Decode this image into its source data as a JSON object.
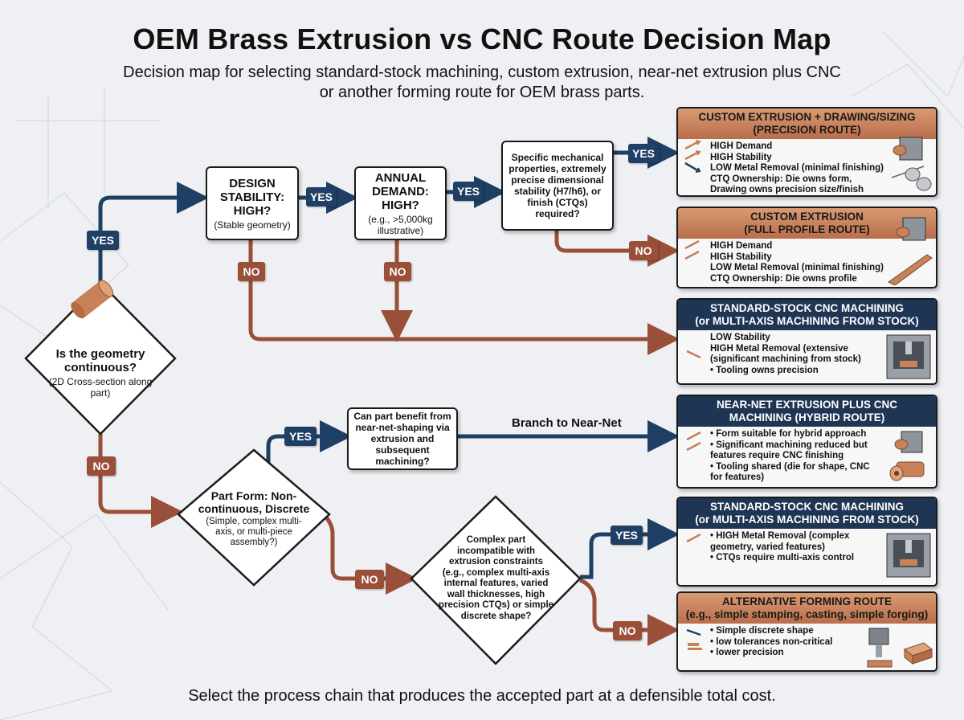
{
  "header": {
    "title": "OEM Brass Extrusion vs CNC Route Decision Map",
    "subtitle": "Decision map for selecting standard-stock machining, custom extrusion, near-net extrusion plus CNC or another forming route for OEM brass parts."
  },
  "footer": "Select the process chain that produces the accepted part at a defensible total cost.",
  "nodes": {
    "geometry": {
      "question": "Is the geometry continuous?",
      "note": "(2D Cross-section along part)"
    },
    "design_stability": {
      "question": "DESIGN STABILITY: HIGH?",
      "note": "(Stable geometry)"
    },
    "annual_demand": {
      "question": "ANNUAL DEMAND: HIGH?",
      "note": "(e.g., >5,000kg illustrative)"
    },
    "ctq": {
      "text": "Specific mechanical properties, extremely precise dimensional stability (H7/h6), or finish (CTQs) required?"
    },
    "part_form": {
      "question": "Part Form: Non-continuous, Discrete",
      "note": "(Simple, complex multi-axis, or multi-piece assembly?)"
    },
    "near_net": {
      "text": "Can part benefit from near-net-shaping via extrusion and subsequent machining?"
    },
    "complex": {
      "text": "Complex part incompatible with extrusion constraints (e.g., complex multi-axis internal features, varied wall thicknesses, high precision CTQs) or simple discrete shape?"
    }
  },
  "labels": {
    "yes": "YES",
    "no": "NO",
    "branch_near_net": "Branch to Near-Net"
  },
  "results": [
    {
      "title": "CUSTOM EXTRUSION + DRAWING/SIZING",
      "subtitle": "(PRECISION ROUTE)",
      "items": [
        "HIGH Demand",
        "HIGH Stability",
        "LOW Metal Removal (minimal finishing)",
        "CTQ Ownership: Die owns form,",
        "Drawing owns precision size/finish"
      ]
    },
    {
      "title": "CUSTOM EXTRUSION",
      "subtitle": "(FULL PROFILE ROUTE)",
      "items": [
        "HIGH Demand",
        "HIGH Stability",
        "LOW Metal Removal (minimal finishing)",
        "CTQ Ownership: Die owns profile"
      ]
    },
    {
      "title": "STANDARD-STOCK CNC MACHINING",
      "subtitle": "(or MULTI-AXIS MACHINING FROM STOCK)",
      "items": [
        "LOW Stability",
        "HIGH Metal Removal (extensive",
        "(significant machining from stock)",
        "• Tooling owns precision"
      ]
    },
    {
      "title": "NEAR-NET EXTRUSION PLUS CNC",
      "subtitle": "MACHINING (HYBRID ROUTE)",
      "items": [
        "• Form suitable for hybrid approach",
        "• Significant machining reduced but",
        "features require CNC finishing",
        "• Tooling shared (die for shape, CNC",
        "for features)"
      ]
    },
    {
      "title": "STANDARD-STOCK CNC MACHINING",
      "subtitle": "(or MULTI-AXIS MACHINING FROM STOCK)",
      "items": [
        "• HIGH Metal Removal (complex",
        "geometry, varied features)",
        "• CTQs require multi-axis control"
      ]
    },
    {
      "title": "ALTERNATIVE FORMING ROUTE",
      "subtitle": "(e.g., simple stamping, casting, simple forging)",
      "items": [
        "• Simple discrete shape",
        "• low tolerances non-critical",
        "• lower precision"
      ]
    }
  ],
  "colors": {
    "yes_path": "#1f3f64",
    "no_path": "#9a4f38",
    "copper": "#c57f55",
    "navy": "#1f3554"
  }
}
